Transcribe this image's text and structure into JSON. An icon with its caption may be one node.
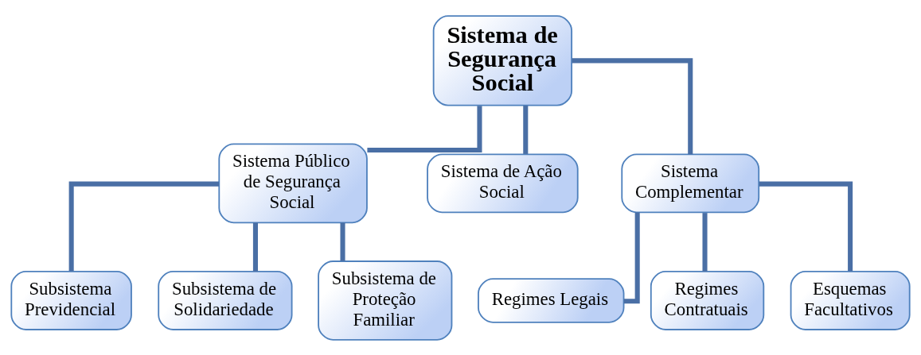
{
  "diagram": {
    "nodes": [
      {
        "text": [
          "Sistema de Segurança Social"
        ]
      },
      {
        "text": [
          "Sistema Público de Segurança Social"
        ]
      },
      {
        "text": [
          "Sistema de Ação Social"
        ]
      },
      {
        "text": [
          "Sistema Complementar"
        ]
      },
      {
        "text": [
          "Subsistema Previdencial"
        ]
      },
      {
        "text": [
          "Subsistema de Solidariedade"
        ]
      },
      {
        "text": [
          "Subsistema de Proteção Familiar"
        ]
      },
      {
        "text": [
          "Regimes Legais"
        ]
      },
      {
        "text": [
          "Regimes Contratuais"
        ]
      },
      {
        "text": [
          "Esquemas Facultativos"
        ]
      }
    ],
    "edges": [
      {
        "from": 0,
        "to": 1,
        "arrow": "none"
      },
      {
        "from": 0,
        "to": 2,
        "arrow": "none"
      },
      {
        "from": 0,
        "to": 3,
        "arrow": "none"
      },
      {
        "from": 1,
        "to": 4,
        "arrow": "none"
      },
      {
        "from": 1,
        "to": 5,
        "arrow": "none"
      },
      {
        "from": 1,
        "to": 6,
        "arrow": "none"
      },
      {
        "from": 3,
        "to": 7,
        "arrow": "none"
      },
      {
        "from": 3,
        "to": 8,
        "arrow": "none"
      },
      {
        "from": 3,
        "to": 9,
        "arrow": "none"
      }
    ]
  }
}
